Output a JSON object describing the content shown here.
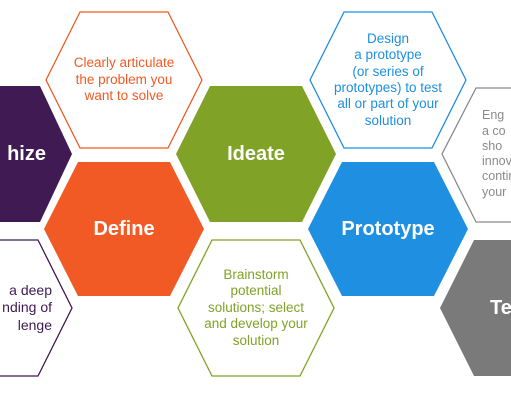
{
  "colors": {
    "empathize": "#3f1a53",
    "define": "#f15a24",
    "ideate": "#7fa227",
    "prototype": "#1e8fe1",
    "test": "#7a7a7a",
    "define_text": "#f15a24",
    "ideate_text": "#7fa227",
    "prototype_text": "#1e8fe1",
    "empathize_text": "#3f1a53",
    "test_text": "#8a8a8a"
  },
  "stages": {
    "empathize": {
      "label": "hize"
    },
    "define": {
      "label": "Define"
    },
    "ideate": {
      "label": "Ideate"
    },
    "prototype": {
      "label": "Prototype"
    },
    "test": {
      "label": "Te"
    }
  },
  "descriptions": {
    "define": "Clearly articulate\nthe problem you\nwant to solve",
    "prototype": "Design\na prototype\n(or series of\nprototypes) to test\nall or part of your\nsolution",
    "ideate": "Brainstorm\npotential\nsolutions; select\nand develop your\nsolution",
    "empathize": "a deep\nnding of\nlenge",
    "test": "Eng\na co\nsho\ninnovatio\ncontinua\nyour"
  }
}
